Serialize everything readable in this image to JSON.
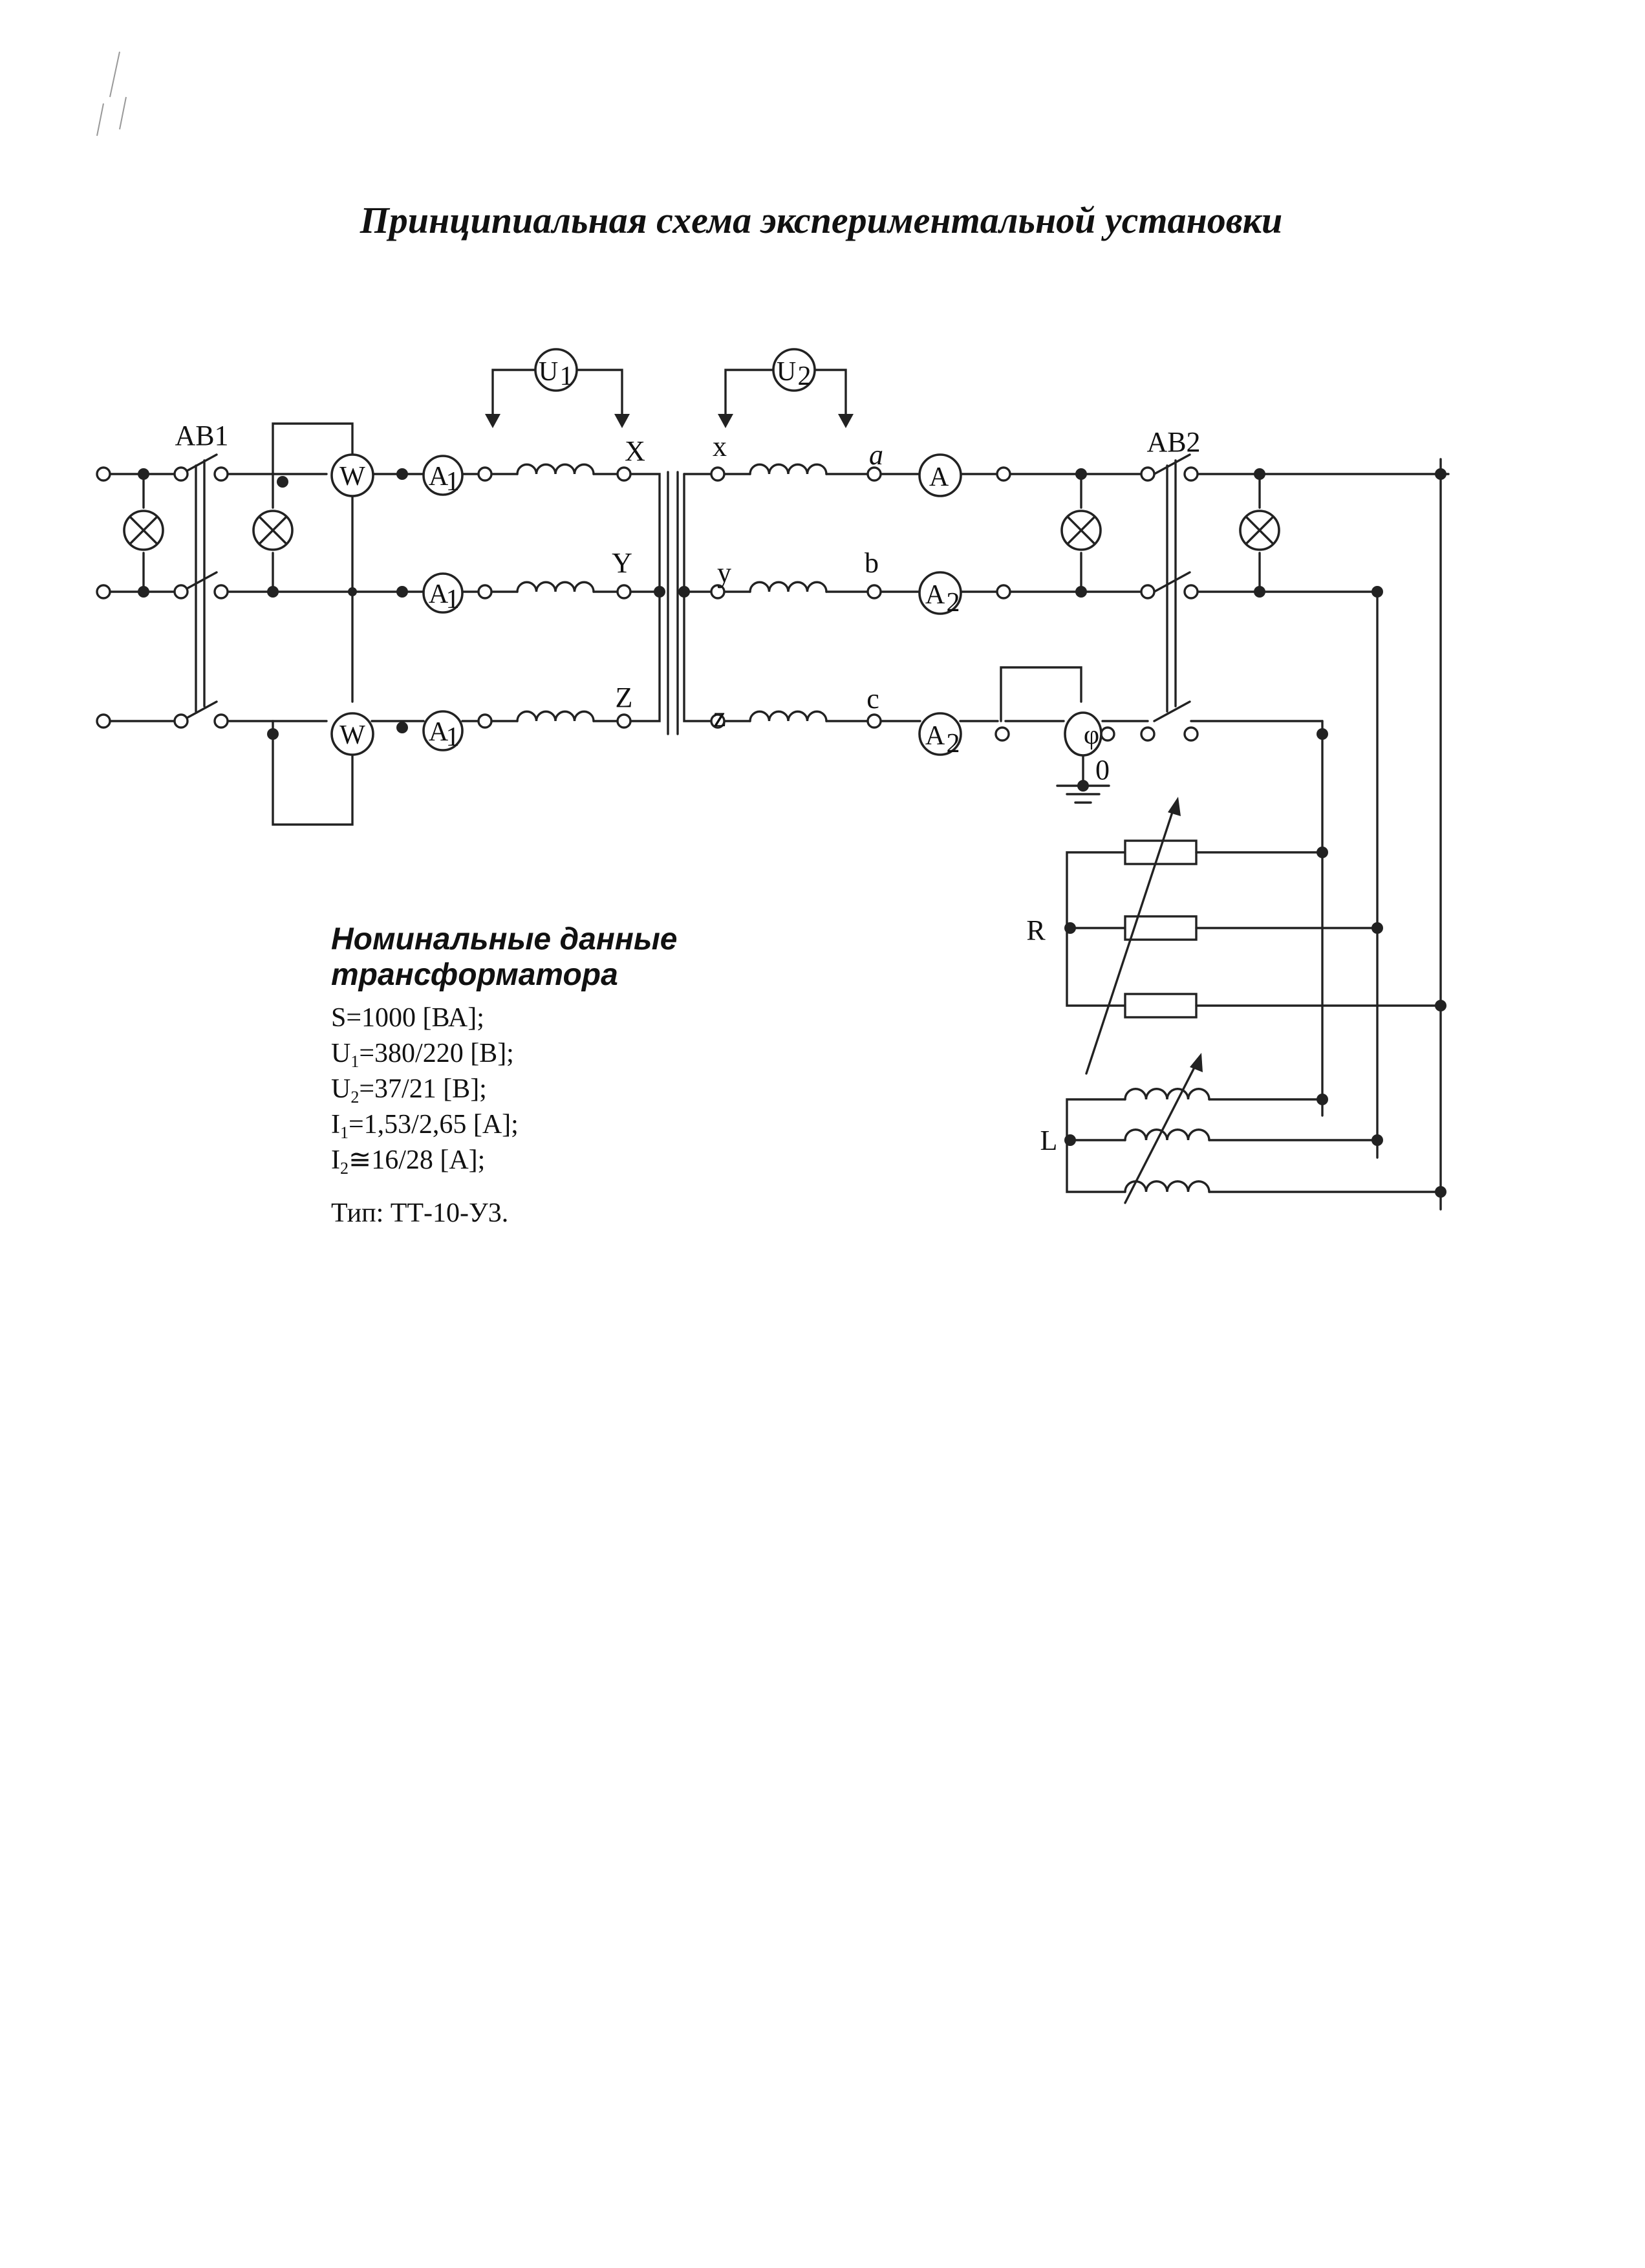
{
  "title": "Принципиальная схема экспериментальной установки",
  "breakers": {
    "primary": "АВ1",
    "secondary": "АВ2"
  },
  "voltmeters": {
    "primary": {
      "base": "U",
      "sub": "1"
    },
    "secondary": {
      "base": "U",
      "sub": "2"
    }
  },
  "wattmeter_label": "W",
  "ammeters_primary": [
    {
      "base": "A",
      "sub": "1"
    },
    {
      "base": "A",
      "sub": "1"
    },
    {
      "base": "A",
      "sub": "1"
    }
  ],
  "ammeters_secondary": [
    {
      "base": "A",
      "sub": ""
    },
    {
      "base": "A",
      "sub": "2"
    },
    {
      "base": "A",
      "sub": "2"
    }
  ],
  "phasemeter": "φ",
  "ground_label": "0",
  "primary_terminals": [
    "X",
    "Y",
    "Z"
  ],
  "secondary_terminals_start": [
    "x",
    "y",
    "z"
  ],
  "secondary_terminals_end": [
    "a",
    "b",
    "c"
  ],
  "load_labels": {
    "resistor": "R",
    "inductor": "L"
  },
  "specs": {
    "heading_line1": "Номинальные данные",
    "heading_line2": "трансформатора",
    "lines": [
      {
        "pre": "S=1000 [ВА];",
        "sub": "",
        "post": ""
      },
      {
        "pre": "U",
        "sub": "1",
        "post": "=380/220 [В];"
      },
      {
        "pre": "U",
        "sub": "2",
        "post": "=37/21 [В];"
      },
      {
        "pre": "I",
        "sub": "1",
        "post": "=1,53/2,65 [А];"
      },
      {
        "pre": "I",
        "sub": "2",
        "post": "≅16/28 [А];"
      },
      {
        "pre": "Тип: ТТ-10-У3.",
        "sub": "",
        "post": ""
      }
    ]
  }
}
